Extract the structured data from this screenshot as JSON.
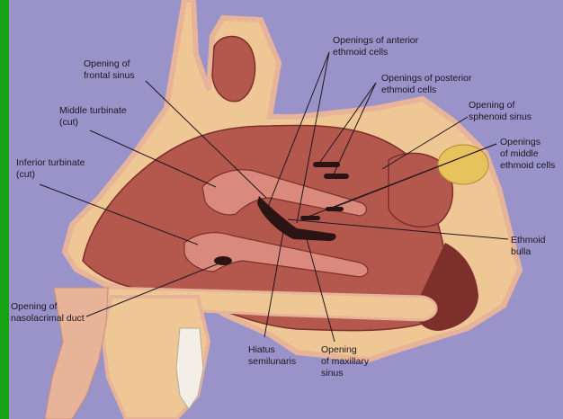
{
  "figure": {
    "colors": {
      "background": "#9a93c9",
      "left_border": "#16a316",
      "bone": "#efc795",
      "bone_speckle": "#e0a870",
      "cavity": "#b4584e",
      "cavity_dark": "#7d2f2c",
      "mucosa": "#d98a7c",
      "skin": "#e7b49a",
      "leader_line": "#1e1620"
    },
    "labels": {
      "frontal": [
        "Opening of",
        "frontal sinus"
      ],
      "middle_turbinate": [
        "Middle turbinate",
        "(cut)"
      ],
      "inferior_turbinate": [
        "Inferior turbinate",
        "(cut)"
      ],
      "nasolacrimal": [
        "Opening of",
        "nasolacrimal duct"
      ],
      "anterior_ethmoid": [
        "Openings of anterior",
        "ethmoid cells"
      ],
      "posterior_ethmoid": [
        "Openings of posterior",
        "ethmoid cells"
      ],
      "sphenoid": [
        "Opening of",
        "sphenoid sinus"
      ],
      "middle_ethmoid": [
        "Openings",
        "of middle",
        "ethmoid cells"
      ],
      "bulla": [
        "Ethmoid",
        "bulla"
      ],
      "hiatus": [
        "Hiatus",
        "semilunaris"
      ],
      "maxillary": [
        "Opening",
        "of maxillary",
        "sinus"
      ]
    }
  }
}
